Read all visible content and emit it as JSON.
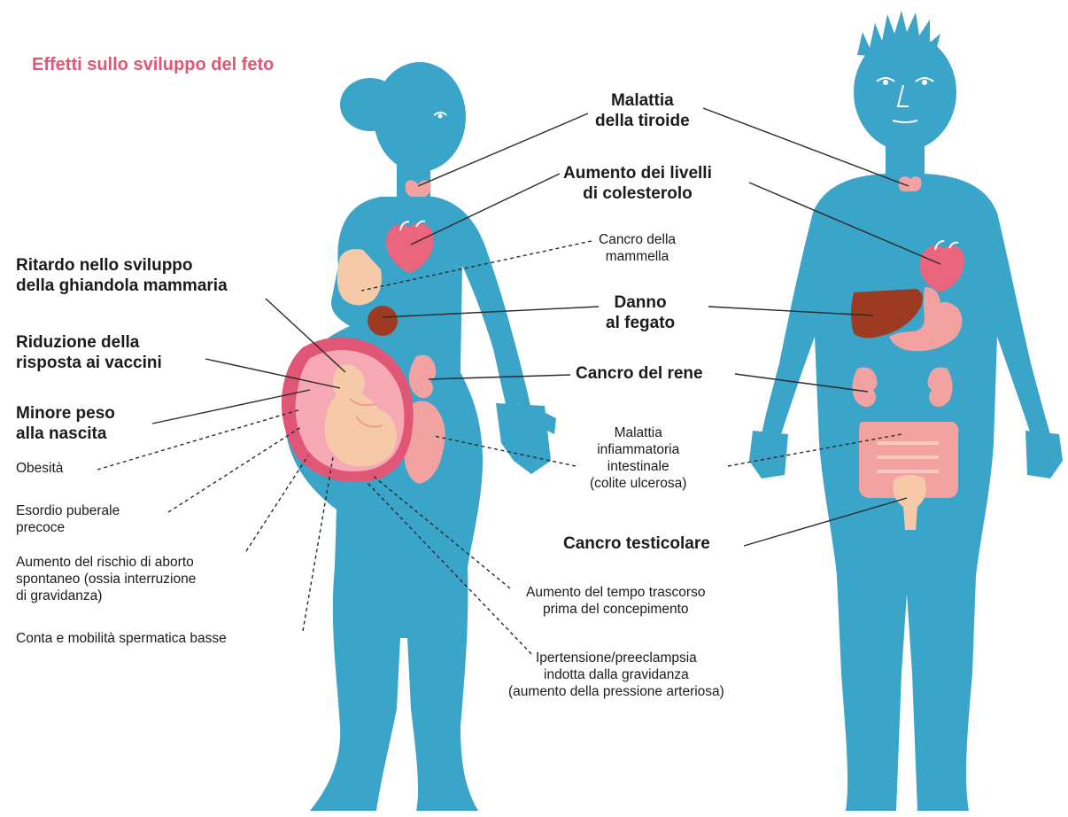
{
  "title": "Effetti sullo sviluppo del feto",
  "colors": {
    "body": "#3aa4c9",
    "title": "#e05676",
    "organ_pink": "#e9667e",
    "organ_light": "#f2a3a1",
    "skin": "#f6c9a8",
    "liver": "#9c3a22",
    "womb": "#e05676"
  },
  "labels": {
    "tiroide": "Malattia\ndella tiroide",
    "colesterolo": "Aumento dei livelli\ndi colesterolo",
    "mammella": "Cancro della\nmammella",
    "fegato": "Danno\nal fegato",
    "rene": "Cancro del rene",
    "intestinale": "Malattia\ninfiammatoria\nintestinale\n(colite ulcerosa)",
    "testicolare": "Cancro testicolare",
    "tempo": "Aumento del tempo trascorso\nprima del concepimento",
    "ipertensione": "Ipertensione/preeclampsia\nindotta dalla gravidanza\n(aumento della pressione arteriosa)",
    "ghiandola": "Ritardo nello sviluppo\ndella ghiandola mammaria",
    "vaccini": "Riduzione della\nrisposta ai vaccini",
    "peso": "Minore peso\nalla nascita",
    "obesita": "Obesità",
    "puberale": "Esordio puberale\nprecoce",
    "aborto": "Aumento del rischio di aborto\nspontaneo (ossia interruzione\ndi gravidanza)",
    "spermatica": "Conta e mobilità spermatica basse"
  },
  "icons": {
    "woman": "pregnant-woman-silhouette",
    "man": "man-silhouette",
    "thyroid": "thyroid-icon",
    "heart": "heart-icon",
    "breast": "breast-icon",
    "liver": "liver-icon",
    "kidney": "kidney-icon",
    "fetus": "fetus-icon",
    "intestine": "intestine-icon",
    "stomach": "stomach-icon",
    "testicle": "testicle-icon"
  }
}
